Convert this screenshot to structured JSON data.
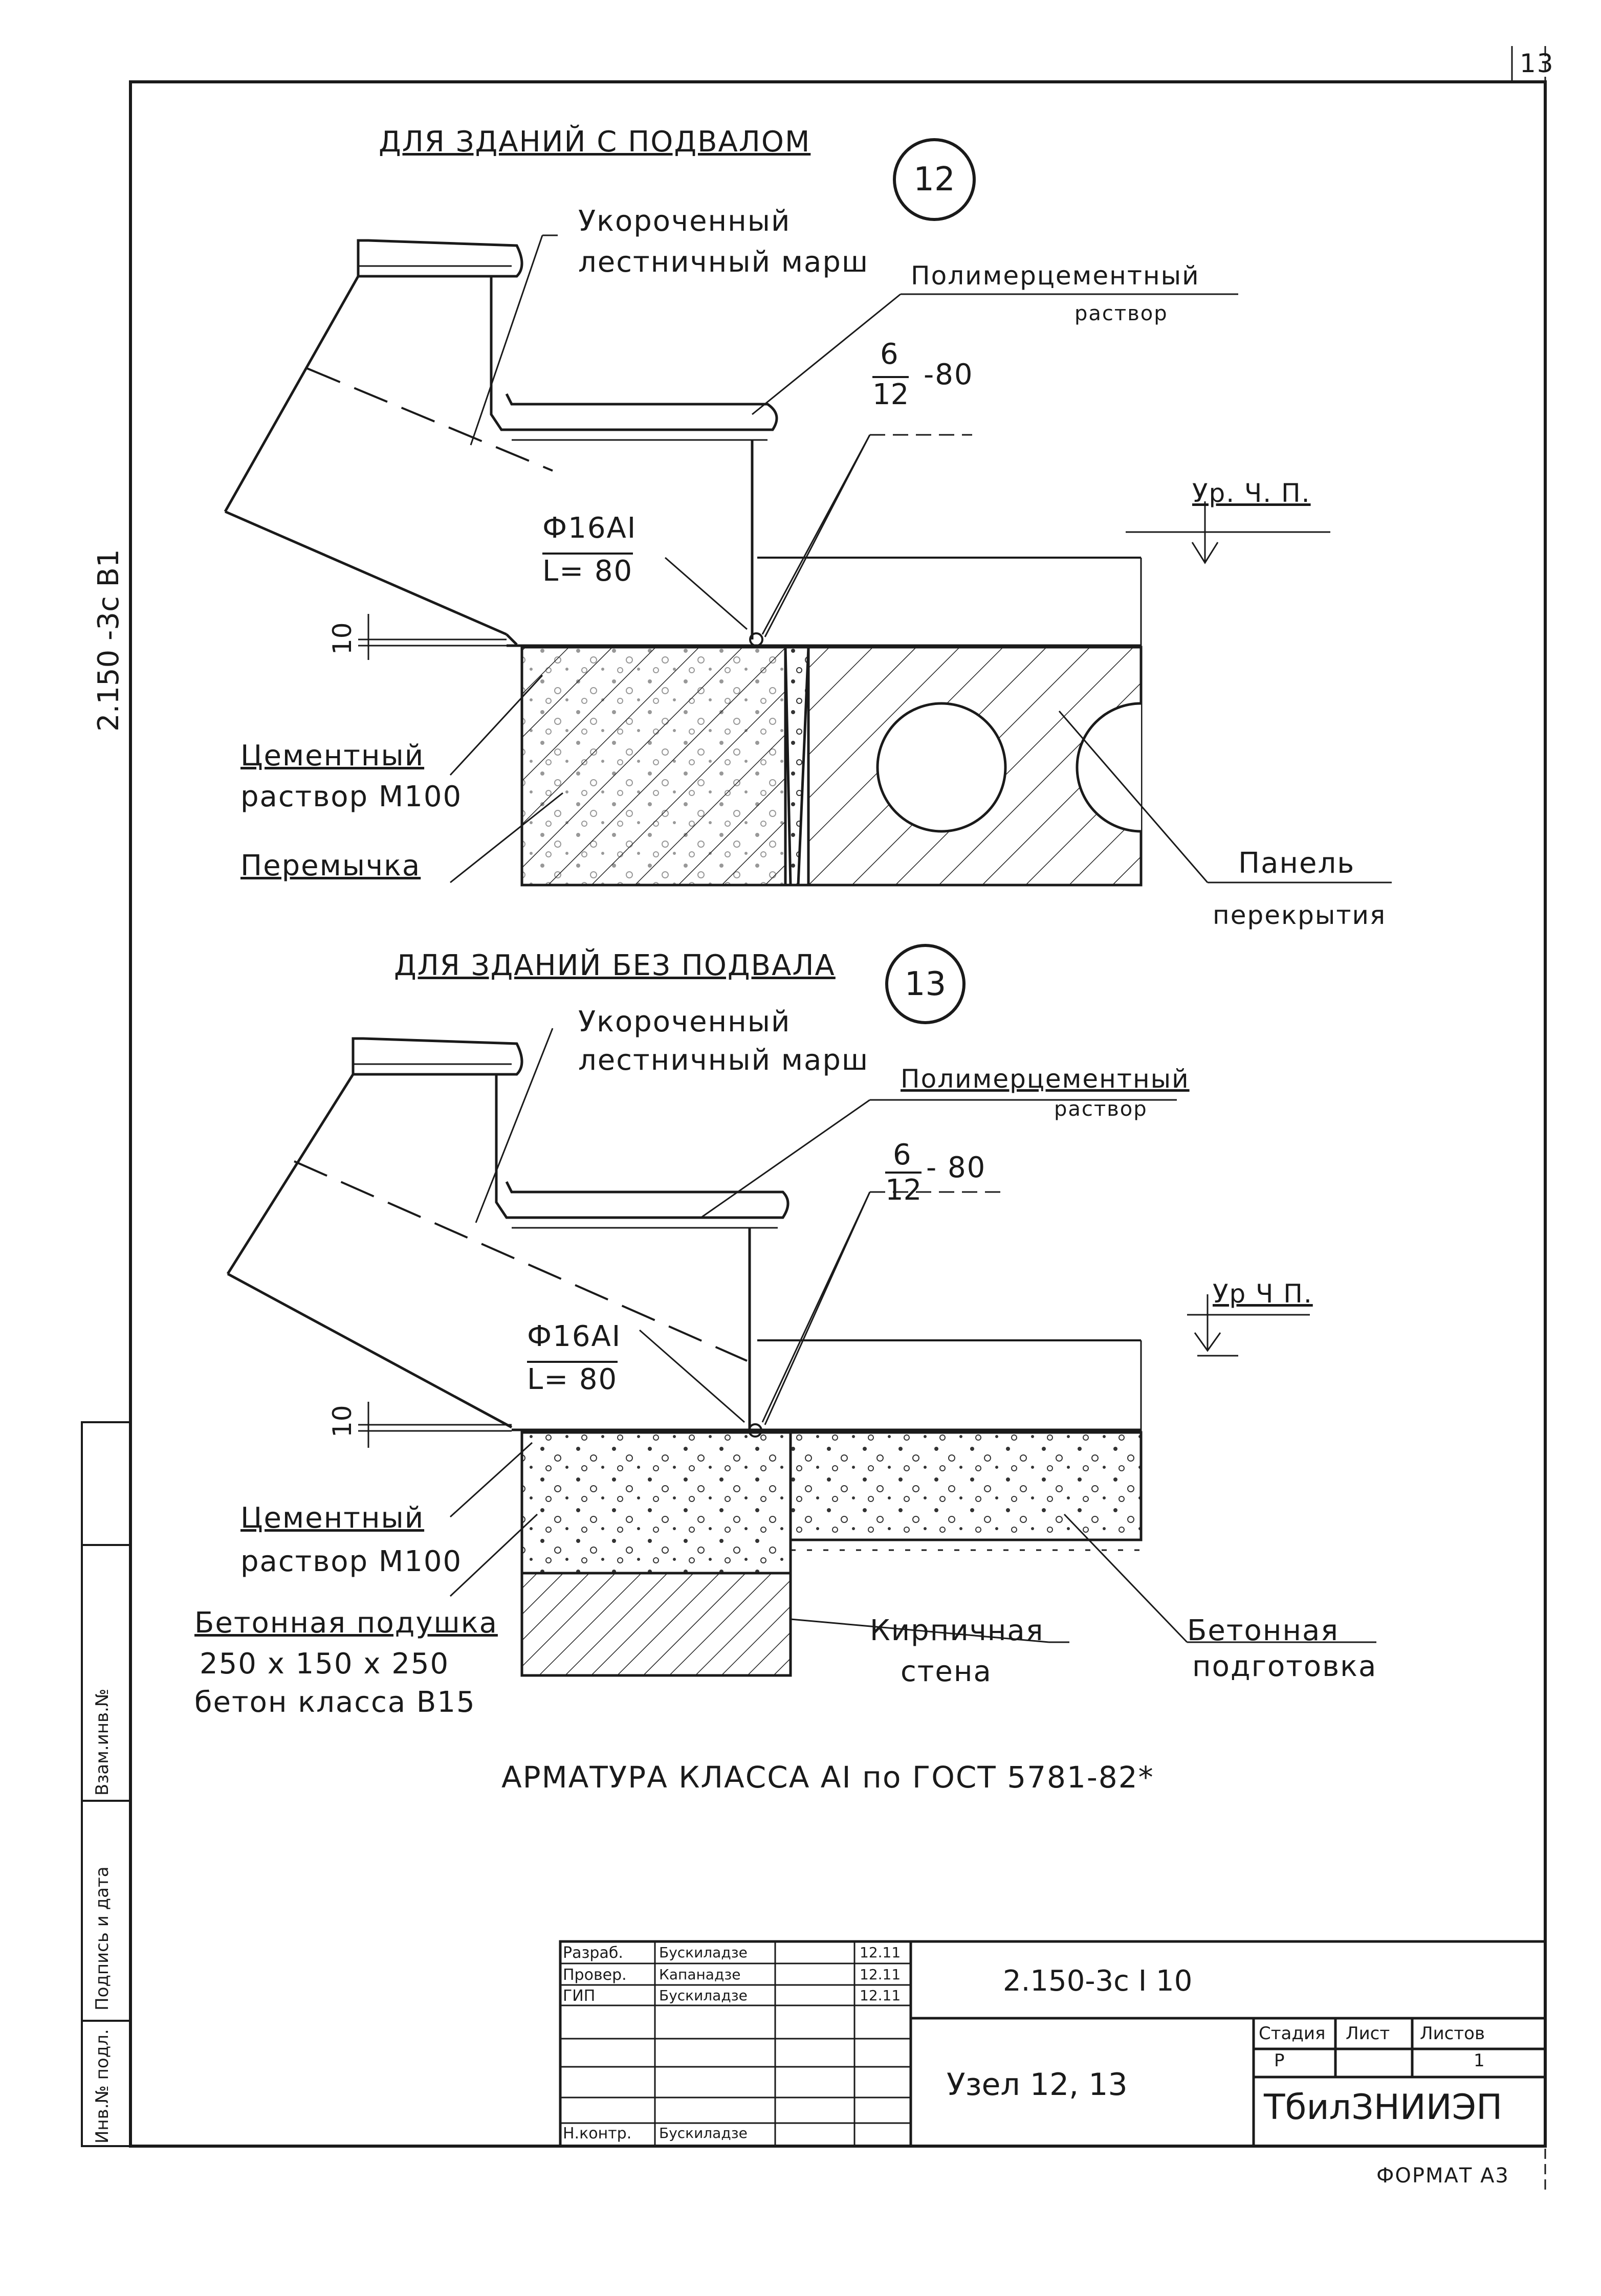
{
  "sheet": {
    "page_number": "13",
    "side_code": "2.150 -3с В1",
    "format": "ФОРМАТ А3",
    "footer_note": "АРМАТУРА  КЛАССА  АI  по ГОСТ  5781-82*"
  },
  "side_stamp": {
    "inv_podl": "Инв.№ подл.",
    "podpis": "Подпись и дата",
    "vzam": "Взам.инв.№"
  },
  "node12": {
    "title": "ДЛЯ ЗДАНИЙ  С ПОДВАЛОМ",
    "number": "12",
    "march_1": "Укороченный",
    "march_2": "лестничный марш",
    "mortar_1": "Полимерцементный",
    "mortar_2": "раствор",
    "rebar_num": "6",
    "rebar_den": "12",
    "rebar_len": "-80",
    "level": "Ур. Ч. П.",
    "rod_1": "Ф16АI",
    "rod_2": "L= 80",
    "dim": "10",
    "cement_1": "Цементный",
    "cement_2": "раствор М100",
    "lintel": "Перемычка",
    "panel_1": "Панель",
    "panel_2": "перекрытия"
  },
  "node13": {
    "title": "ДЛЯ ЗДАНИЙ  БЕЗ  ПОДВАЛА",
    "number": "13",
    "march_1": "Укороченный",
    "march_2": "лестничный марш",
    "mortar_1": "Полимерцементный",
    "mortar_2": "раствор",
    "rebar_num": "6",
    "rebar_den": "12",
    "rebar_len": "- 80",
    "level": "Ур Ч П.",
    "rod_1": "Ф16АI",
    "rod_2": "L= 80",
    "dim": "10",
    "cement_1": "Цементный",
    "cement_2": "раствор М100",
    "pad_1": "Бетонная подушка",
    "pad_2": "250 х 150 х 250",
    "pad_3": "бетон класса В15",
    "wall_1": "Кирпичная",
    "wall_2": "стена",
    "prep_1": "Бетонная",
    "prep_2": "подготовка"
  },
  "title_block": {
    "code": "2.150-3с I 10",
    "title": "Узел 12, 13",
    "org": "ТбилЗНИИЭП",
    "stage_hdr": "Стадия",
    "sheet_hdr": "Лист",
    "sheets_hdr": "Листов",
    "stage": "Р",
    "sheets": "1",
    "rows": [
      {
        "role": "Разраб.",
        "name": "Бускиладзе",
        "date": "12.11"
      },
      {
        "role": "Провер.",
        "name": "Капанадзе",
        "date": "12.11"
      },
      {
        "role": "ГИП",
        "name": "Бускиладзе",
        "date": "12.11"
      },
      {
        "role": "Н.контр.",
        "name": "Бускиладзе",
        "date": ""
      }
    ]
  }
}
